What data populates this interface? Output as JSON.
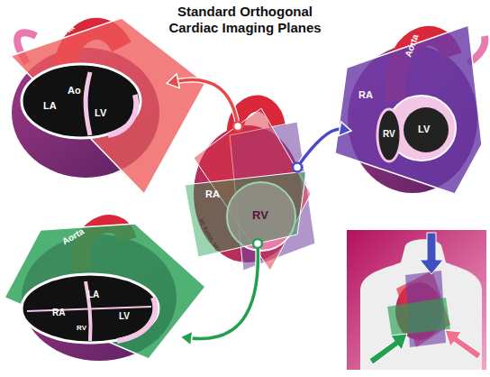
{
  "diagram": {
    "title": "Standard Orthogonal Cardiac Imaging Planes",
    "nodes": [
      {
        "text": [
          "Aorta",
          "Ao",
          "LA",
          "LV"
        ]
      },
      {
        "text": [
          "Aorta",
          "RA",
          "RV",
          "LV"
        ]
      },
      {
        "text": [
          "RA",
          "RV",
          "RE Barton, MD"
        ]
      },
      {
        "text": [
          "Aorta",
          "LA",
          "RA",
          "RV",
          "LV"
        ]
      }
    ],
    "edges": [
      {
        "from": 2,
        "to": 0,
        "arrow": "to"
      },
      {
        "from": 2,
        "to": 1,
        "arrow": "to"
      },
      {
        "from": 2,
        "to": 3,
        "arrow": "to"
      }
    ]
  }
}
